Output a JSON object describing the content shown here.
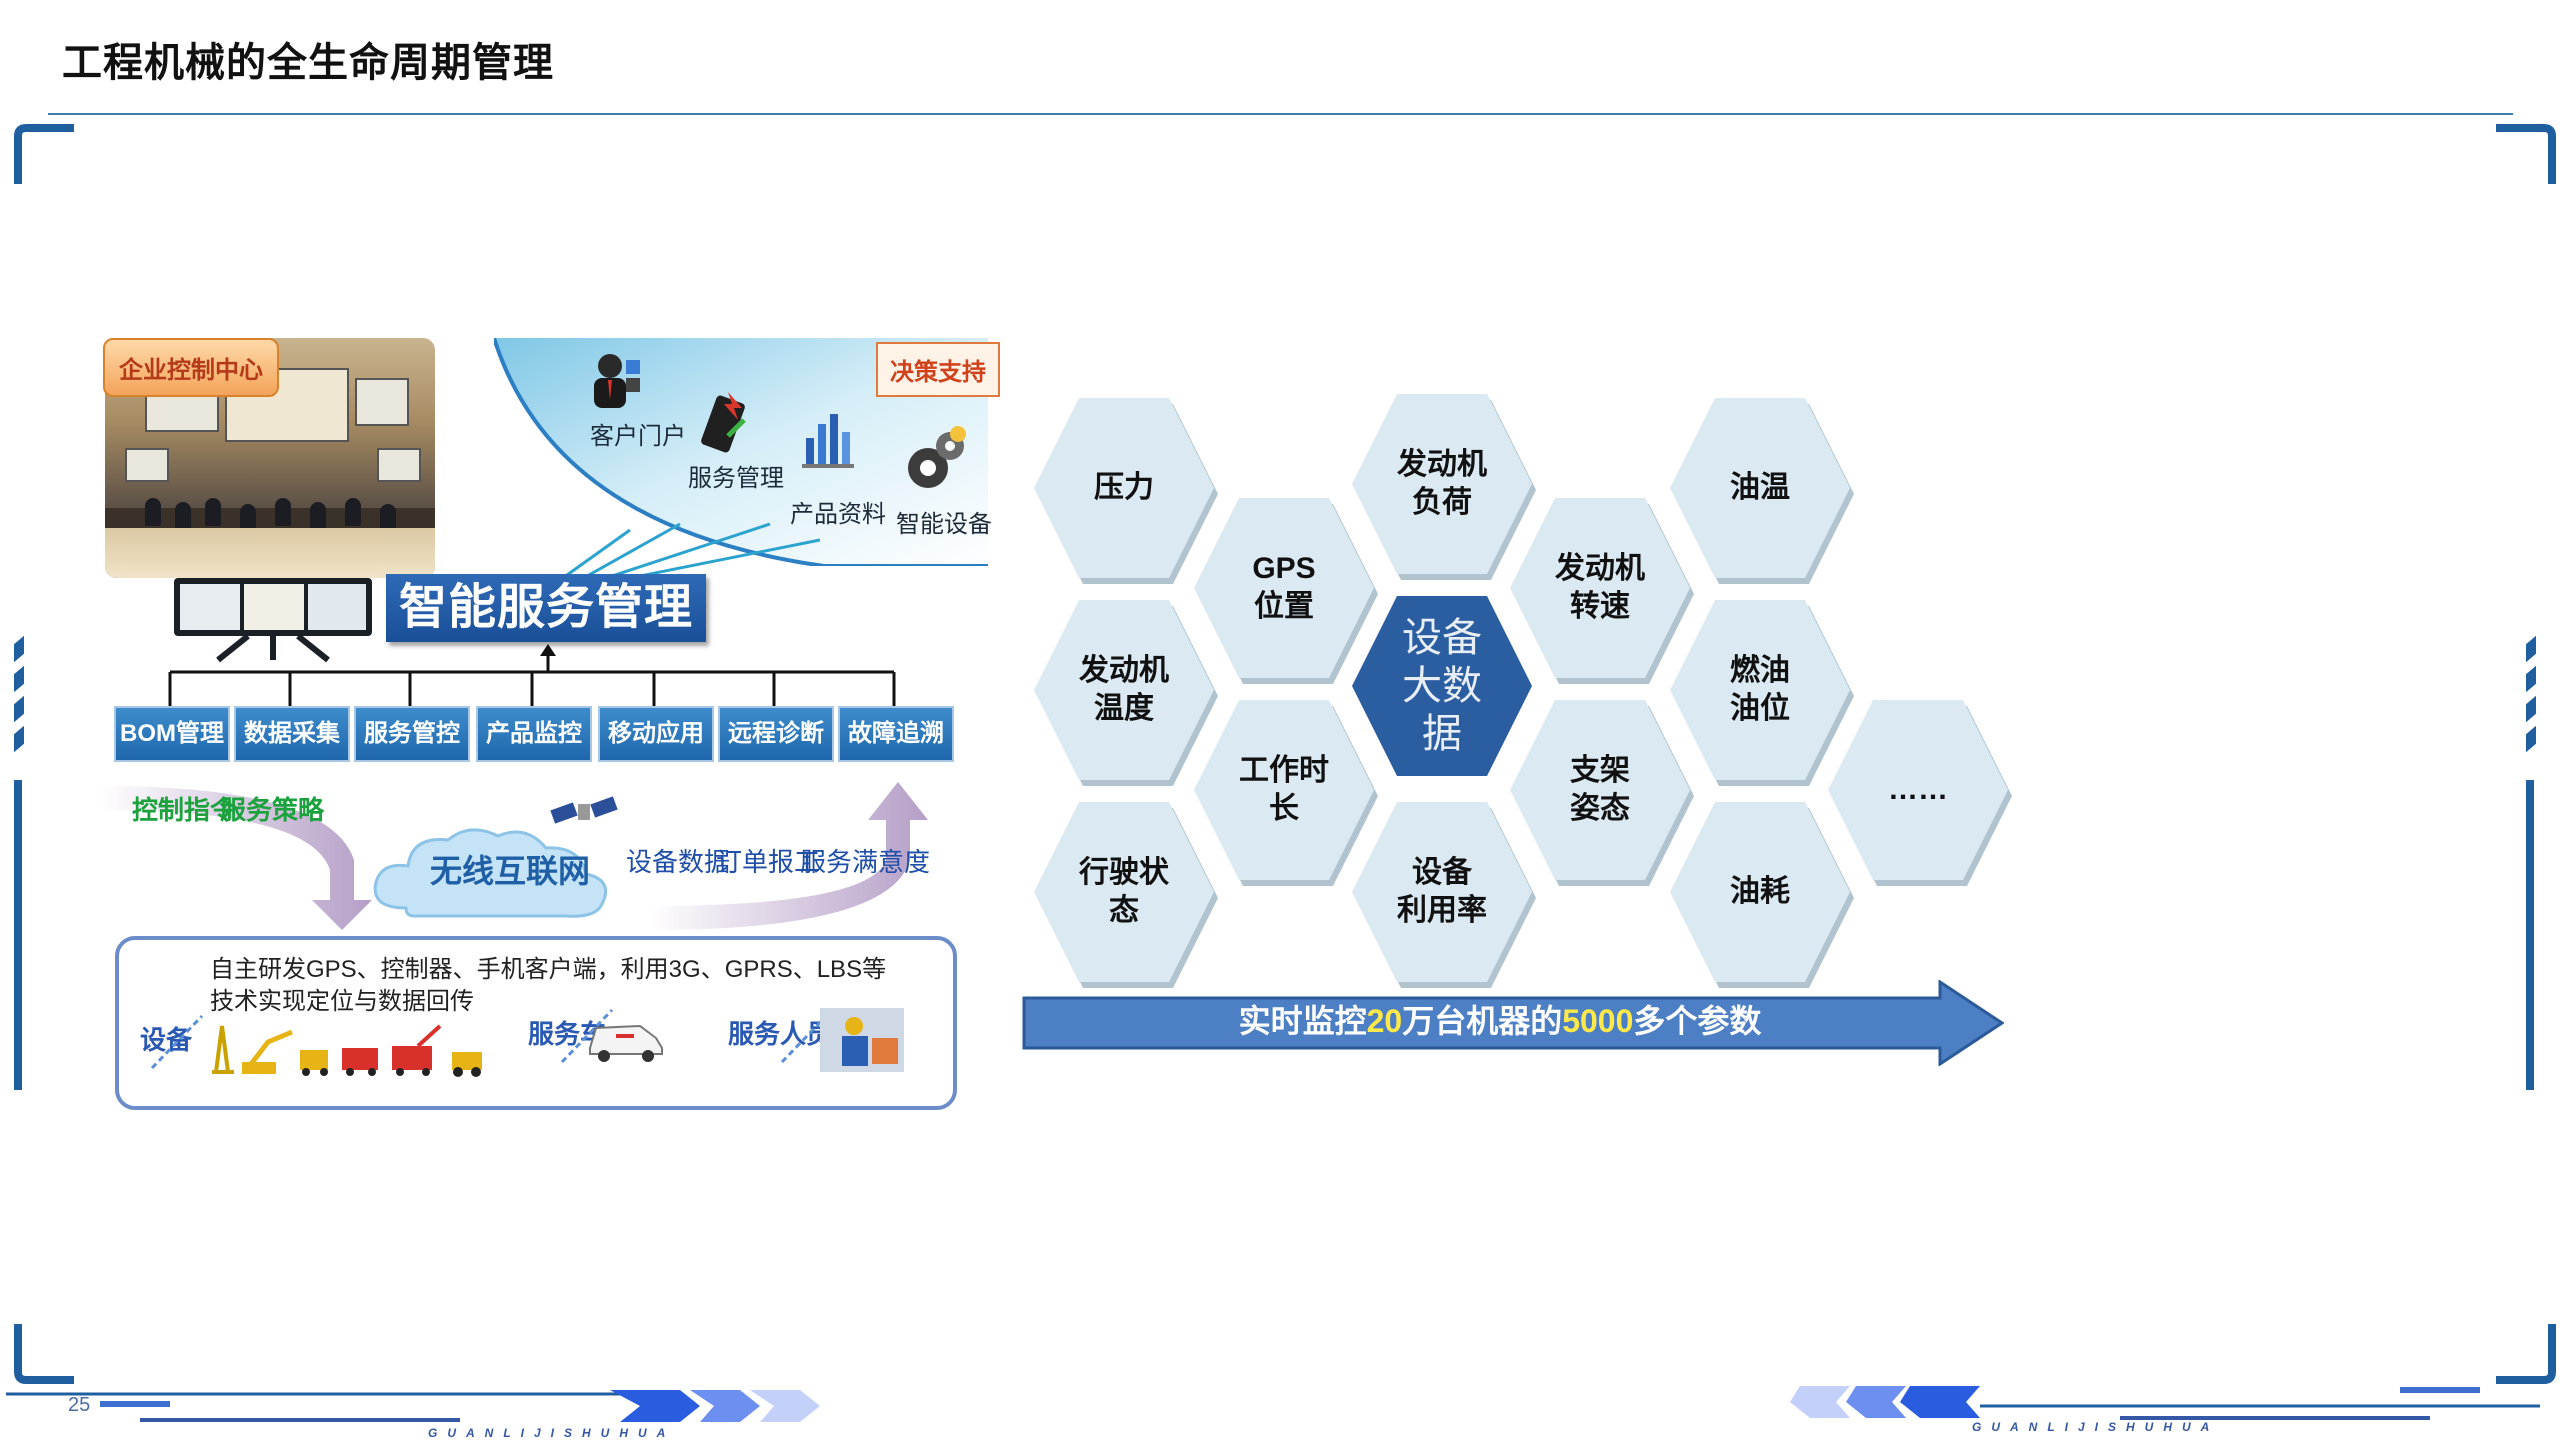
{
  "slide": {
    "title": "工程机械的全生命周期管理",
    "page_number": "25",
    "brand_left": "GUANLIJISHUHUA",
    "brand_right": "GUANLIJISHUHUA"
  },
  "diagram": {
    "control_center_label": "企业控制中心",
    "decision_label": "决策支持",
    "arc_items": [
      "客户门户",
      "服务管理",
      "产品资料",
      "智能设备"
    ],
    "system_title": "智能服务管理系统",
    "modules": [
      "BOM管理",
      "数据采集",
      "服务管控",
      "产品监控",
      "移动应用",
      "远程诊断",
      "故障追溯"
    ],
    "downlink_labels": [
      "控制指令",
      "服务策略"
    ],
    "uplink_labels": [
      "设备数据",
      "订单报工",
      "服务满意度"
    ],
    "cloud_label": "无线互联网",
    "bottom_description": "自主研发GPS、控制器、手机客户端，利用3G、GPRS、LBS等技术实现定位与数据回传",
    "entities": [
      "设备",
      "服务车",
      "服务人员"
    ]
  },
  "hexgrid": {
    "center": [
      "设备",
      "大数",
      "据"
    ],
    "cells": [
      [
        "压力"
      ],
      [
        "GPS",
        "位置"
      ],
      [
        "发动机",
        "负荷"
      ],
      [
        "发动机",
        "转速"
      ],
      [
        "油温"
      ],
      [
        "发动机",
        "温度"
      ],
      [
        "工作时",
        "长"
      ],
      [
        "支架",
        "姿态"
      ],
      [
        "燃油",
        "油位"
      ],
      [
        "……"
      ],
      [
        "行驶状",
        "态"
      ],
      [
        "设备",
        "利用率"
      ],
      [
        "油耗"
      ]
    ],
    "arrow_text": {
      "p1": "实时监控",
      "n1": "20",
      "p2": "万台机器的",
      "n2": "5000",
      "p3": "多个参数"
    },
    "colors": {
      "hex_fill": "#dbe9f2",
      "center_fill": "#2b5da1",
      "arrow_fill": "#4d7fc4",
      "highlight": "#ffe94a"
    }
  }
}
